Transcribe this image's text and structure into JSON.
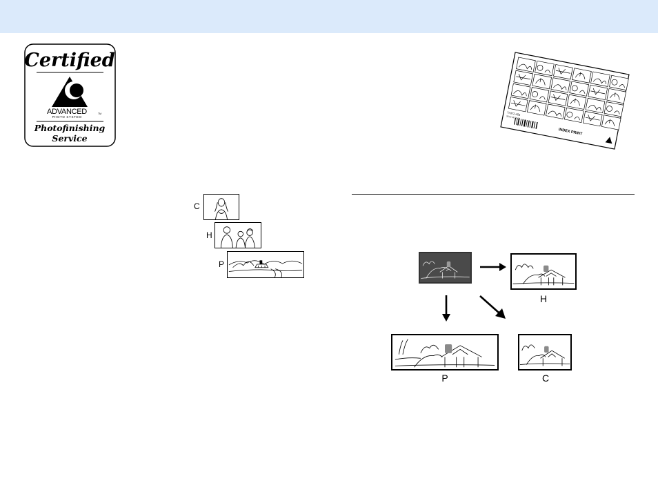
{
  "logo": {
    "line1": "Certified",
    "brand": "ADVANCED",
    "brand_sub": "PHOTO SYSTEM",
    "tm": "TM",
    "line2": "Photofinishing",
    "line3": "Service"
  },
  "index_print": {
    "label": "INDEX PRINT",
    "code1": "TI  872-453",
    "code2": "33-01-96  23:34"
  },
  "formats_left": [
    {
      "label": "C"
    },
    {
      "label": "H"
    },
    {
      "label": "P"
    }
  ],
  "conversion": {
    "labels": {
      "h": "H",
      "p": "P",
      "c": "C"
    }
  },
  "colors": {
    "header_band": "#dbeafb",
    "negative_frame": "#4a4a4a",
    "silo_accent": "#8a8a8a"
  }
}
